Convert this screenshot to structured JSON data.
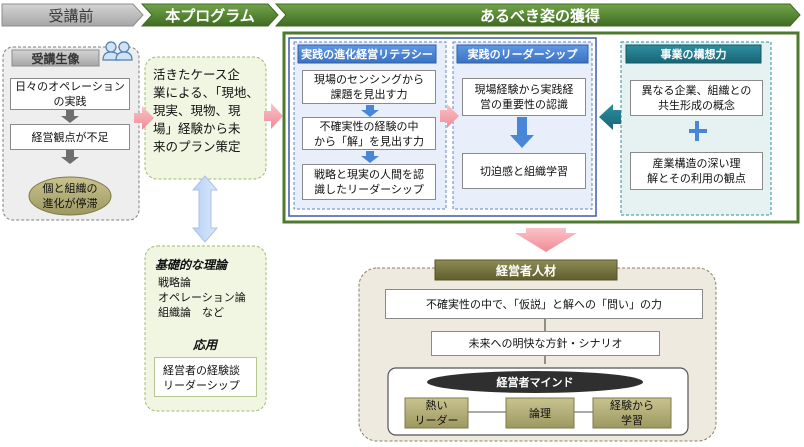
{
  "header": {
    "tabs": [
      {
        "label": "受講前"
      },
      {
        "label": "本プログラム"
      },
      {
        "label": "あるべき姿の獲得"
      }
    ]
  },
  "participant": {
    "title": "受講生像",
    "items": [
      "日々のオペレーション\nの実践",
      "経営観点が不足"
    ],
    "result": "個と組織の\n進化が停滞"
  },
  "program": {
    "main": "活きたケース企\n業による、「現地、\n現実、現物、現\n場」経験から未\n来のプラン策定",
    "theory_title": "基礎的な理論",
    "theory_items": "戦略論\nオペレーション論\n組織論　など",
    "application_title": "応用",
    "application_items": "経営者の経験談\nリーダーシップ"
  },
  "literacy": {
    "title": "実践の進化経営リテラシー",
    "steps": [
      "現場のセンシングから\n課題を見出す力",
      "不確実性の経験の中\nから「解」を見出す力",
      "戦略と現実の人間を認\n識したリーダーシップ"
    ]
  },
  "leadership": {
    "title": "実践のリーダーシップ",
    "items": [
      "現場経験から実践経\n営の重要性の認識",
      "切迫感と組織学習"
    ]
  },
  "vision": {
    "title": "事業の構想力",
    "items": [
      "異なる企業、組織との\n共生形成の概念",
      "産業構造の深い理\n解とその利用の観点"
    ],
    "plus": "+"
  },
  "executive": {
    "title": "経営者人材",
    "items": [
      "不確実性の中で、「仮説」と解への「問い」の力",
      "未来への明快な方針・シナリオ"
    ],
    "mind": {
      "title": "経営者マインド",
      "items": [
        "熱い\nリーダー",
        "論理",
        "経験から\n学習"
      ]
    }
  },
  "colors": {
    "olive": "#7b7a3f",
    "dark_green": "#4f7a2d",
    "blue": "#4a86d8",
    "teal": "#1f7a8a",
    "pink": "#f7a0a8",
    "light_blue": "#c5d8f5",
    "khaki": "#a8a270"
  }
}
